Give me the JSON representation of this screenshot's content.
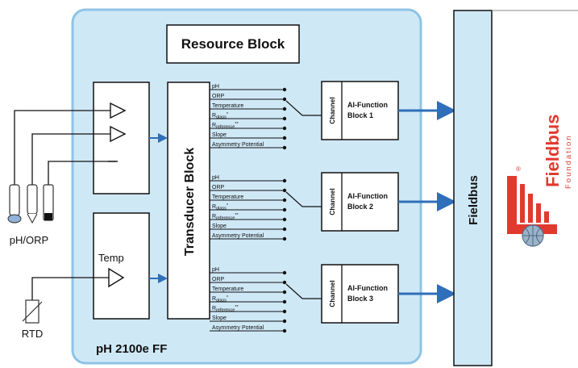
{
  "resource_block": "Resource Block",
  "transducer_block": "Transducer Block",
  "device_name": "pH 2100e FF",
  "fieldbus": "Fieldbus",
  "sensor_label": "pH/ORP",
  "rtd_label": "RTD",
  "temp_label": "Temp",
  "signals": [
    "pH",
    "ORP",
    "Temperature",
    "R",
    "R",
    "Slope",
    "Asymmetry Potential"
  ],
  "signal_subscripts": {
    "3": "glass",
    "4": "reference"
  },
  "signal_marks": {
    "3": "*",
    "4": "**"
  },
  "channel_label": "Channel",
  "function_blocks": [
    {
      "line1": "AI-Function",
      "line2": "Block 1"
    },
    {
      "line1": "AI-Function",
      "line2": "Block 2"
    },
    {
      "line1": "AI-Function",
      "line2": "Block 3"
    }
  ],
  "logo": {
    "word": "Fieldbus",
    "sub": "Foundation",
    "mark": "®"
  },
  "colors": {
    "panel_fill": "#cfe8f6",
    "panel_border": "#8ec3e6",
    "arrow_blue": "#2f6eb8",
    "bus_fill": "#cfe8f6",
    "logo_red": "#e03a2e"
  }
}
